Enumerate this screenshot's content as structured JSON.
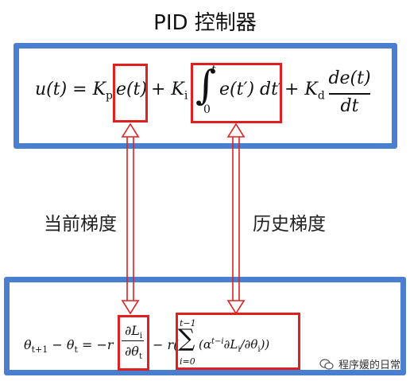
{
  "title": "PID 控制器",
  "labels": {
    "current_gradient": "当前梯度",
    "history_gradient": "历史梯度"
  },
  "pid_formula": {
    "lhs": "u(t) = K",
    "kp_sub": "p",
    "e_t": "e(t)",
    "plus_ki": "+ K",
    "ki_sub": "i",
    "int_upper": "t",
    "int_lower": "0",
    "integrand": "e(t′) dt′",
    "plus_kd": "+ K",
    "kd_sub": "d",
    "deriv_num": "de(t)",
    "deriv_den": "dt"
  },
  "update_formula": {
    "lhs": "θ",
    "lhs_sub1": "t+1",
    "minus_theta": "− θ",
    "lhs_sub2": "t",
    "eq": "= −r",
    "grad_num": "∂L",
    "grad_num_sub": "i",
    "grad_den": "∂θ",
    "grad_den_sub": "t",
    "minus_r": "− r(",
    "sum_upper": "t−1",
    "sum_lower": "i=0",
    "sum_symbol": "∑",
    "sum_term": "(α",
    "sum_exp": "t−i",
    "sum_term_rest": "∂L",
    "sum_sub_i": "i",
    "sum_term_div": "/∂θ",
    "sum_sub_i2": "i",
    "close": "))"
  },
  "watermark": "程序媛的日常",
  "colors": {
    "blue_frame": "#4a7fcf",
    "red_highlight": "#e02020"
  }
}
